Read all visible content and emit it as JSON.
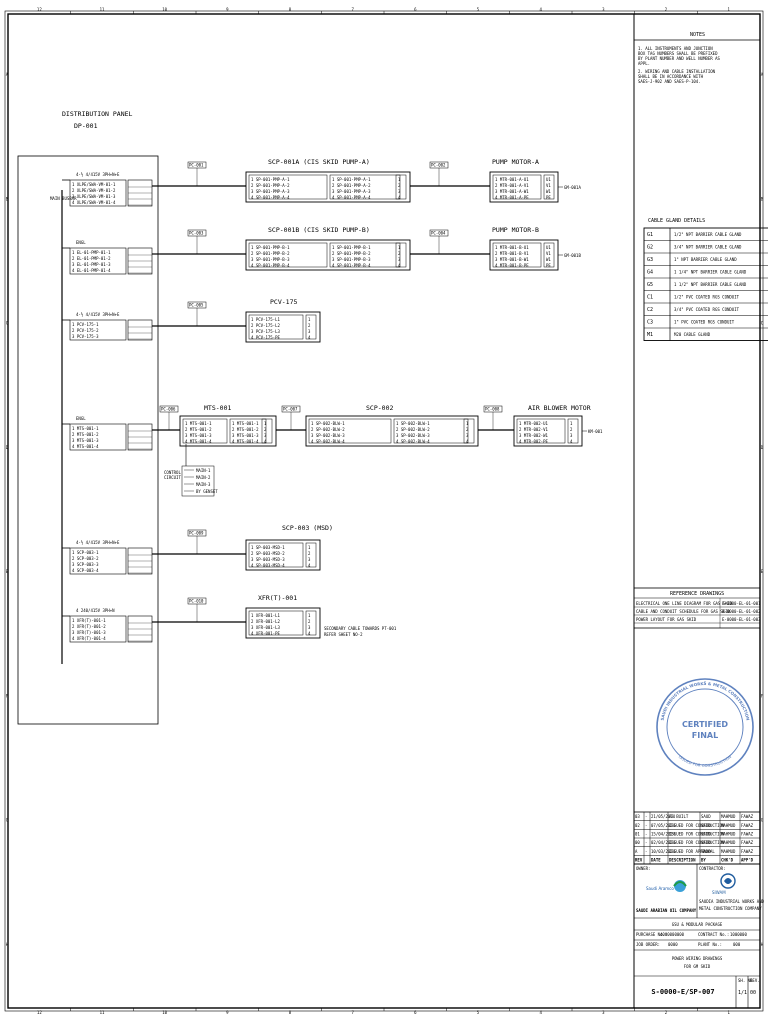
{
  "border": {
    "top_labels": [
      "12",
      "11",
      "10",
      "9",
      "8",
      "7",
      "6",
      "5",
      "4",
      "3",
      "2",
      "1"
    ],
    "bottom_labels": [
      "12",
      "11",
      "10",
      "9",
      "8",
      "7",
      "6",
      "5",
      "4",
      "3",
      "2",
      "1"
    ],
    "side_labels": [
      "A",
      "B",
      "C",
      "D",
      "E",
      "F",
      "G",
      "H"
    ]
  },
  "panel": {
    "title": "DISTRIBUTION PANEL",
    "tag": "DP-001"
  },
  "left_circuits": [
    {
      "head": "4-½ 4/415V 3PH+N+E",
      "lines": [
        "1 XLPE/SWA-VM-01-1",
        "2 XLPE/SWA-VM-01-2",
        "3 XLPE/SWA-VM-01-3",
        "4 XLPE/SWA-VM-01-4"
      ]
    },
    {
      "head": "ENGL",
      "lines": [
        "1 EL-01-PMP-01-1",
        "2 EL-01-PMP-01-2",
        "3 EL-01-PMP-01-3",
        "4 EL-01-PMP-01-4"
      ]
    },
    {
      "head": "4-½ 4/415V 3PH+N+E",
      "lines": [
        "1 PCV-175-1",
        "2 PCV-175-2",
        "3 PCV-175-3"
      ]
    },
    {
      "head": "ENGL",
      "lines": [
        "1 MTS-001-1",
        "2 MTS-001-2",
        "3 MTS-001-3",
        "4 MTS-001-4"
      ]
    },
    {
      "head": "4-½ 4/415V 3PH+N+E",
      "lines": [
        "1 SCP-003-1",
        "2 SCP-003-2",
        "3 SCP-003-3",
        "4 SCP-003-4"
      ]
    },
    {
      "head": "4 240/415V 3PH+N",
      "lines": [
        "1 XFR(T)-001-1",
        "2 XFR(T)-001-2",
        "3 XFR(T)-001-3",
        "4 XFR(T)-001-4"
      ]
    }
  ],
  "side_label": "MAIN BUSBAR",
  "cable_tags": [
    "PC-001",
    "PC-002",
    "PC-003",
    "PC-004",
    "PC-005",
    "PC-006",
    "PC-007",
    "PC-008",
    "PC-009",
    "PC-010"
  ],
  "boxes": {
    "scp001a": {
      "title": "SCP-001A (CIS SKID PUMP-A)",
      "rows": [
        "1 SP-001-PMP-A-1",
        "2 SP-001-PMP-A-2",
        "3 SP-001-PMP-A-3",
        "4 SP-001-PMP-A-4"
      ]
    },
    "scp001b": {
      "title": "SCP-001B (CIS SKID PUMP-B)",
      "rows": [
        "1 SP-001-PMP-B-1",
        "2 SP-001-PMP-B-2",
        "3 SP-001-PMP-B-3",
        "4 SP-001-PMP-B-4"
      ]
    },
    "pumpa": {
      "title": "PUMP MOTOR-A",
      "tag": "GM-001A",
      "rows": [
        "1 MTR-001-A-U1",
        "2 MTR-001-A-V1",
        "3 MTR-001-A-W1",
        "4 MTR-001-A-PE"
      ],
      "terms": [
        "U1",
        "V1",
        "W1",
        "PE"
      ]
    },
    "pumpb": {
      "title": "PUMP MOTOR-B",
      "tag": "GM-001B",
      "rows": [
        "1 MTR-001-B-U1",
        "2 MTR-001-B-V1",
        "3 MTR-001-B-W1",
        "4 MTR-001-B-PE"
      ],
      "terms": [
        "U1",
        "V1",
        "W1",
        "PE"
      ]
    },
    "pcv175": {
      "title": "PCV-175",
      "rows": [
        "1 PCV-175-L1",
        "2 PCV-175-L2",
        "3 PCV-175-L3",
        "4 PCV-175-PE"
      ]
    },
    "mts001": {
      "title": "MTS-001",
      "rows": [
        "1 MTS-001-1",
        "2 MTS-001-2",
        "3 MTS-001-3",
        "4 MTS-001-4"
      ],
      "sub": [
        "MAIN-1",
        "MAIN-2",
        "MAIN-3",
        "BY GENSET"
      ],
      "notes": [
        "CONTROL",
        "CIRCUIT"
      ]
    },
    "scp002": {
      "title": "SCP-002",
      "rows": [
        "1 SP-002-BLW-1",
        "2 SP-002-BLW-2",
        "3 SP-002-BLW-3",
        "4 SP-002-BLW-4"
      ]
    },
    "blower": {
      "title": "AIR BLOWER MOTOR",
      "tag": "KM-001",
      "rows": [
        "1 MTR-002-U1",
        "2 MTR-002-V1",
        "3 MTR-002-W1",
        "4 MTR-002-PE"
      ]
    },
    "scp003": {
      "title": "SCP-003 (MSD)",
      "rows": [
        "1 SP-003-MSD-1",
        "2 SP-003-MSD-2",
        "3 SP-003-MSD-3",
        "4 SP-003-MSD-4"
      ]
    },
    "xfr001": {
      "title": "XFR(T)-001",
      "rows": [
        "1 XFR-001-L1",
        "2 XFR-001-L2",
        "3 XFR-001-L3",
        "4 XFR-001-PE"
      ],
      "note": [
        "SECONDARY CABLE TOWARDS PT-001",
        "REFER SHEET NO-2"
      ]
    }
  },
  "notes": {
    "title": "NOTES",
    "items": [
      "1. ALL INSTRUMENTS AND JUNCTION BOX TAG NUMBERS SHALL BE PREFIXED BY PLANT NUMBER AND WELL NUMBER AS APPL.",
      "2. WIRING AND CABLE INSTALLATION SHALL BE IN ACCORDANCE WITH SAES-J-902 AND SAES-P-104."
    ]
  },
  "gland": {
    "title": "CABLE GLAND DETAILS",
    "rows": [
      [
        "G1",
        "1/2\" NPT BARRIER CABLE GLAND"
      ],
      [
        "G2",
        "3/4\" NPT BARRIER CABLE GLAND"
      ],
      [
        "G3",
        "1\" NPT BARRIER CABLE GLAND"
      ],
      [
        "G4",
        "1 1/4\" NPT BARRIER CABLE GLAND"
      ],
      [
        "G5",
        "1 1/2\" NPT BARRIER CABLE GLAND"
      ],
      [
        "C1",
        "1/2\" PVC COATED RGS CONDUIT"
      ],
      [
        "C2",
        "3/4\" PVC COATED RGS CONDUIT"
      ],
      [
        "C3",
        "1\" PVC COATED RGS CONDUIT"
      ],
      [
        "M1",
        "M20 CABLE GLAND"
      ]
    ]
  },
  "references": {
    "title": "REFERENCE DRAWINGS",
    "rows": [
      [
        "ELECTRICAL ONE LINE DIAGRAM FOR GAS SKID",
        "E-0000-EL-01-001"
      ],
      [
        "CABLE AND CONDUIT SCHEDULE FOR GAS SKID",
        "E-0000-EL-01-002"
      ],
      [
        "POWER LAYOUT FOR GAS SKID",
        "E-0000-EL-01-003"
      ]
    ]
  },
  "stamp": {
    "top": "SAUDI INDUSTRIAL WORKS & METAL CONSTRUCTION",
    "bottom": "ISSUED FOR CONSTRUCTION",
    "line1": "CERTIFIED",
    "line2": "FINAL"
  },
  "revisions": [
    [
      "03",
      "-",
      "21/05/2024",
      "AS BUILT",
      "SAUD",
      "MAHMUD",
      "FAWAZ"
    ],
    [
      "02",
      "-",
      "07/05/2024",
      "ISSUED FOR CONSTRUCTION",
      "SAUD",
      "MAHMUD",
      "FAWAZ"
    ],
    [
      "01",
      "-",
      "15/04/2024",
      "ISSUED FOR CONSTRUCTION",
      "SAUD",
      "MAHMUD",
      "FAWAZ"
    ],
    [
      "00",
      "-",
      "02/04/2024",
      "ISSUED FOR CONSTRUCTION",
      "SAUD",
      "MAHMUD",
      "FAWAZ"
    ],
    [
      "A",
      "-",
      "10/03/2024",
      "ISSUED FOR APPROVAL",
      "SAUD",
      "MAHMUD",
      "FAWAZ"
    ]
  ],
  "revision_header": [
    "REV",
    "",
    "DATE",
    "DESCRIPTION",
    "BY",
    "CHK'D",
    "APP'D"
  ],
  "title_block": {
    "owner_label": "OWNER:",
    "contractor_label": "CONTRACTOR:",
    "owner": "SAUDI ARABIAN OIL COMPANY",
    "owner_logo": "Saudi Aramco",
    "contractor": "SAUDIA INDUSTRIAL WORKS AND METAL CONSTRUCTION COMPANY",
    "contractor_logo": "SIWAM",
    "project": "GSU & MODULAR PACKAGE",
    "po_label": "PURCHASE No.:",
    "po": "4000000000",
    "job_label": "JOB ORDER:",
    "job": "0000",
    "cont_label": "CONTRACT No.:",
    "cont": "1000000",
    "plant_label": "PLANT No.:",
    "plant": "000",
    "drawing_title_1": "POWER WIRING DRAWINGS",
    "drawing_title_2": "FOR GM SKID",
    "drawing_no": "S-0000-E/SP-007",
    "sheet": "1/1",
    "rev": "00",
    "sheet_label": "SH. NO",
    "rev_label": "REV."
  }
}
